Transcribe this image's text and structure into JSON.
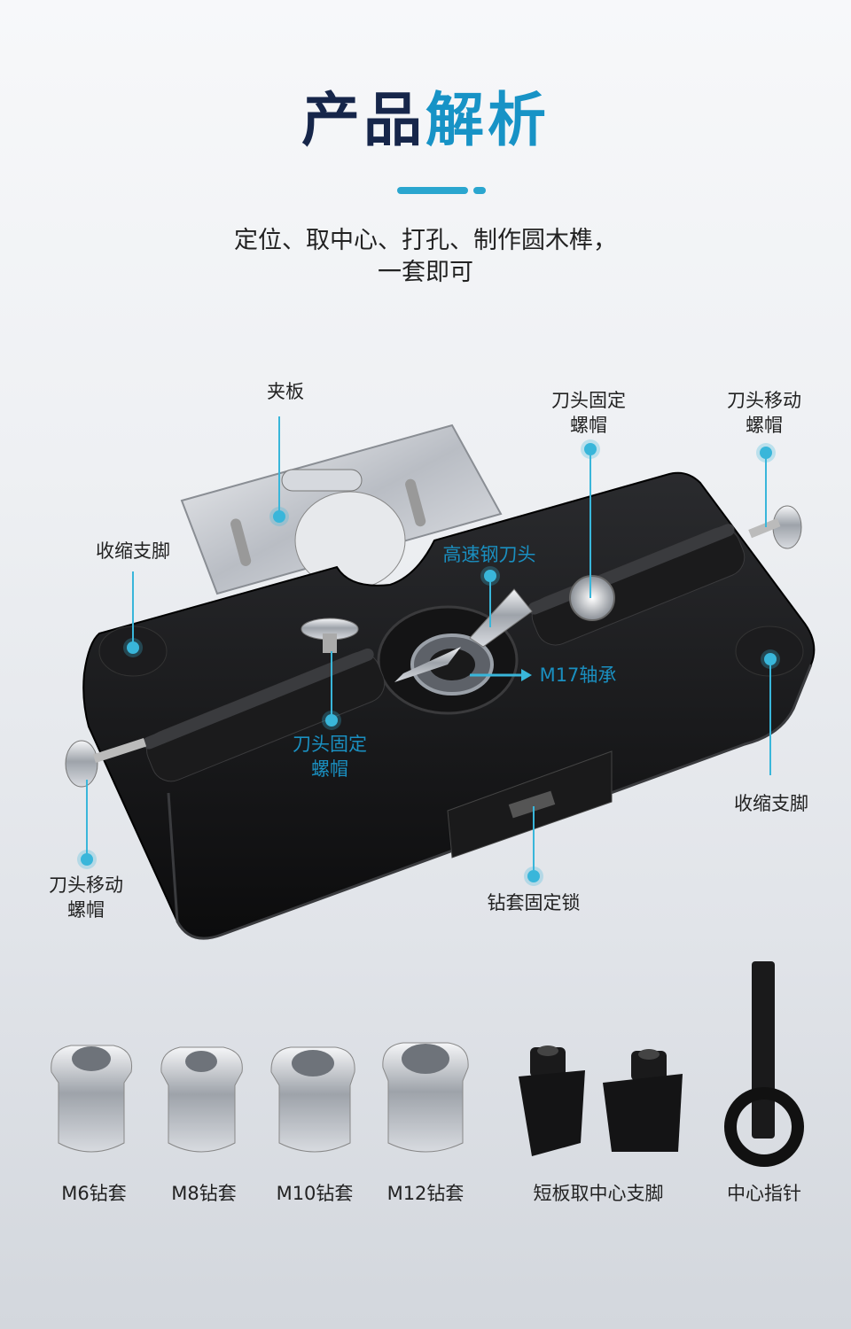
{
  "heading": {
    "part1": "产品",
    "part2": "解析"
  },
  "subtitle": {
    "line1": "定位、取中心、打孔、制作圆木榫，",
    "line2": "一套即可"
  },
  "labels": {
    "clamp_plate": "夹板",
    "retract_foot_left": "收缩支脚",
    "retract_foot_right": "收缩支脚",
    "blade_fix_nut_top": [
      "刀头固定",
      "螺帽"
    ],
    "blade_move_nut_right": [
      "刀头移动",
      "螺帽"
    ],
    "hss_blade": "高速钢刀头",
    "bearing": "M17轴承",
    "blade_fix_nut_center": [
      "刀头固定",
      "螺帽"
    ],
    "blade_move_nut_left": [
      "刀头移动",
      "螺帽"
    ],
    "bushing_lock": "钻套固定锁"
  },
  "accessories": [
    {
      "name": "M6钻套",
      "icon": "bushing-icon"
    },
    {
      "name": "M8钻套",
      "icon": "bushing-icon"
    },
    {
      "name": "M10钻套",
      "icon": "bushing-icon"
    },
    {
      "name": "M12钻套",
      "icon": "bushing-icon"
    },
    {
      "name": "短板取中心支脚",
      "icon": "center-foot-icon"
    },
    {
      "name": "中心指针",
      "icon": "center-pin-icon"
    }
  ],
  "colors": {
    "navy": "#16264a",
    "accent": "#1793c6",
    "callout": "#39b6da"
  }
}
